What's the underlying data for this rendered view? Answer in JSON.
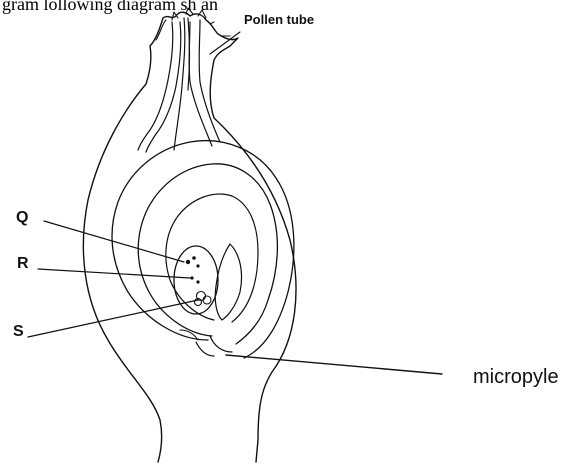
{
  "caption": "gram lollowing diagram sh                              an",
  "labels": {
    "pollen_tube": "Pollen tube",
    "q": "Q",
    "r": "R",
    "s": "S",
    "micropyle": "micropyle"
  },
  "colors": {
    "ink": "#111111",
    "background": "#ffffff"
  }
}
